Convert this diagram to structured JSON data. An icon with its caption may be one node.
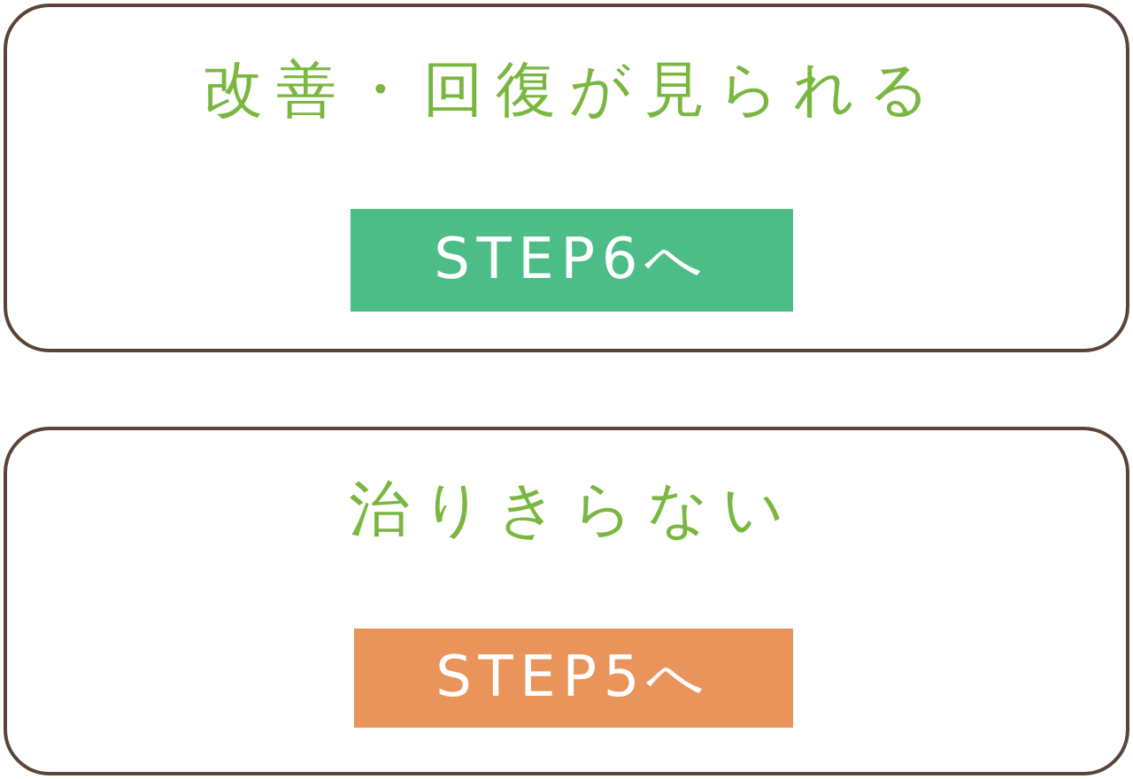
{
  "diagram": {
    "nodes": [
      {
        "text": [
          "改善・回復が見られる"
        ]
      },
      {
        "text": [
          "STEP6へ"
        ],
        "in": 0
      },
      {
        "text": [
          "治りきらない"
        ]
      },
      {
        "text": [
          "STEP5へ"
        ],
        "in": 2
      }
    ]
  }
}
